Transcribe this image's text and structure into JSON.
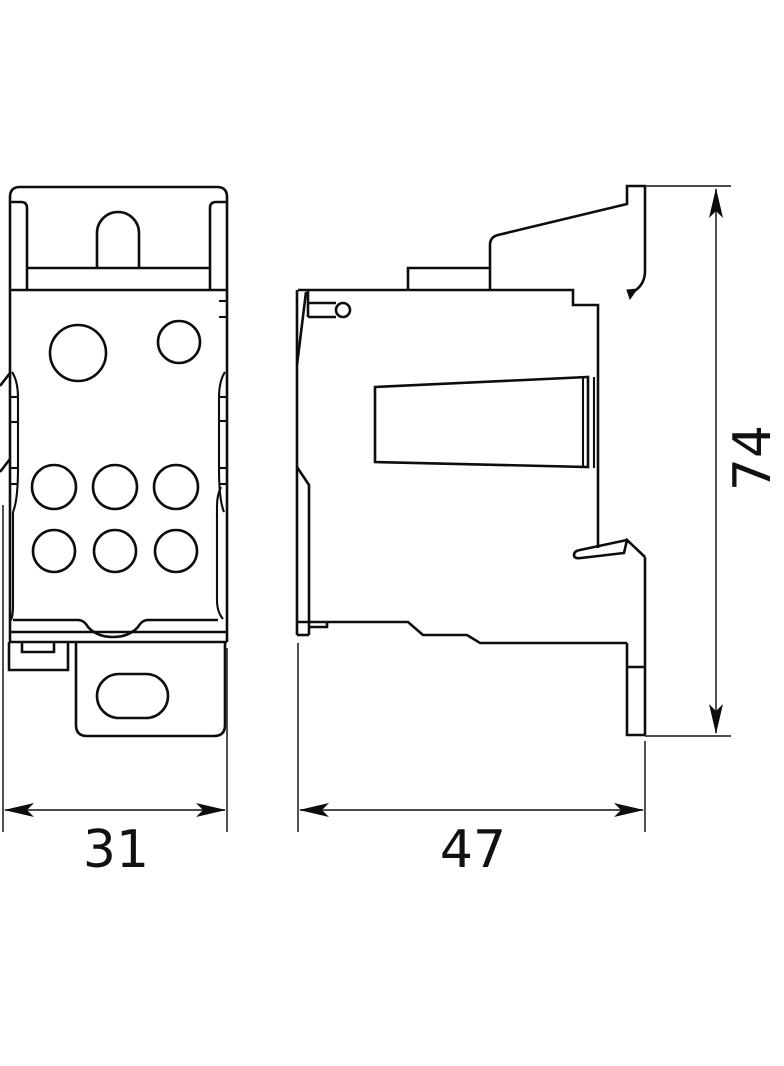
{
  "drawing": {
    "kind": "technical-drawing",
    "subject": "terminal-distribution-block",
    "views": [
      {
        "id": "front-view",
        "description": "front elevation"
      },
      {
        "id": "side-view",
        "description": "side profile with DIN-rail mount"
      }
    ],
    "dimensions": {
      "front_width": {
        "value": "31",
        "orientation": "horizontal"
      },
      "side_depth": {
        "value": "47",
        "orientation": "horizontal"
      },
      "side_height": {
        "value": "74",
        "orientation": "vertical"
      }
    },
    "colors": {
      "line": "#0d0d0d",
      "dimension_line": "#333333",
      "background": "#ffffff",
      "text": "#111111"
    }
  }
}
